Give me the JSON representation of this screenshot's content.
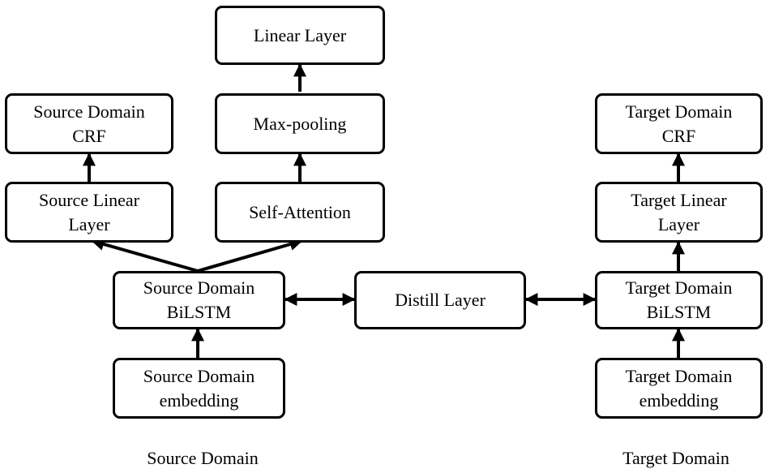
{
  "nodes": {
    "linear_layer": [
      "Linear Layer"
    ],
    "max_pooling": [
      "Max-pooling"
    ],
    "self_attention": [
      "Self-Attention"
    ],
    "source_crf": [
      "Source Domain",
      "CRF"
    ],
    "source_linear": [
      "Source Linear",
      "Layer"
    ],
    "source_bilstm": [
      "Source Domain",
      "BiLSTM"
    ],
    "source_embedding": [
      "Source Domain",
      "embedding"
    ],
    "distill": [
      "Distill Layer"
    ],
    "target_crf": [
      "Target Domain",
      "CRF"
    ],
    "target_linear": [
      "Target Linear",
      "Layer"
    ],
    "target_bilstm": [
      "Target Domain",
      "BiLSTM"
    ],
    "target_embedding": [
      "Target Domain",
      "embedding"
    ]
  },
  "captions": {
    "source": "Source Domain",
    "target": "Target Domain"
  }
}
